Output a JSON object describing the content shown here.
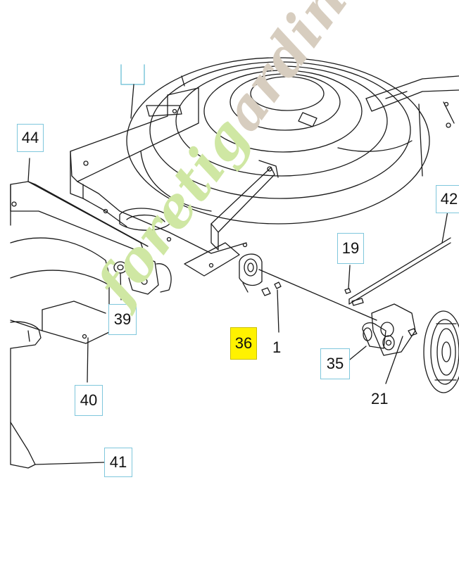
{
  "callouts": {
    "c44": "44",
    "c42": "42",
    "c19": "19",
    "c39": "39",
    "c36": "36",
    "c1": "1",
    "c35": "35",
    "c21": "21",
    "c40": "40",
    "c41": "41"
  },
  "watermark": {
    "text_main": "foretig",
    "text_tail": "ardin.com"
  },
  "colors": {
    "callout_border": "#7fc7dc",
    "highlight": "#fff200",
    "line": "#1a1a1a",
    "watermark_green": "#cfe7a3",
    "watermark_tan": "#d7cdbf"
  }
}
